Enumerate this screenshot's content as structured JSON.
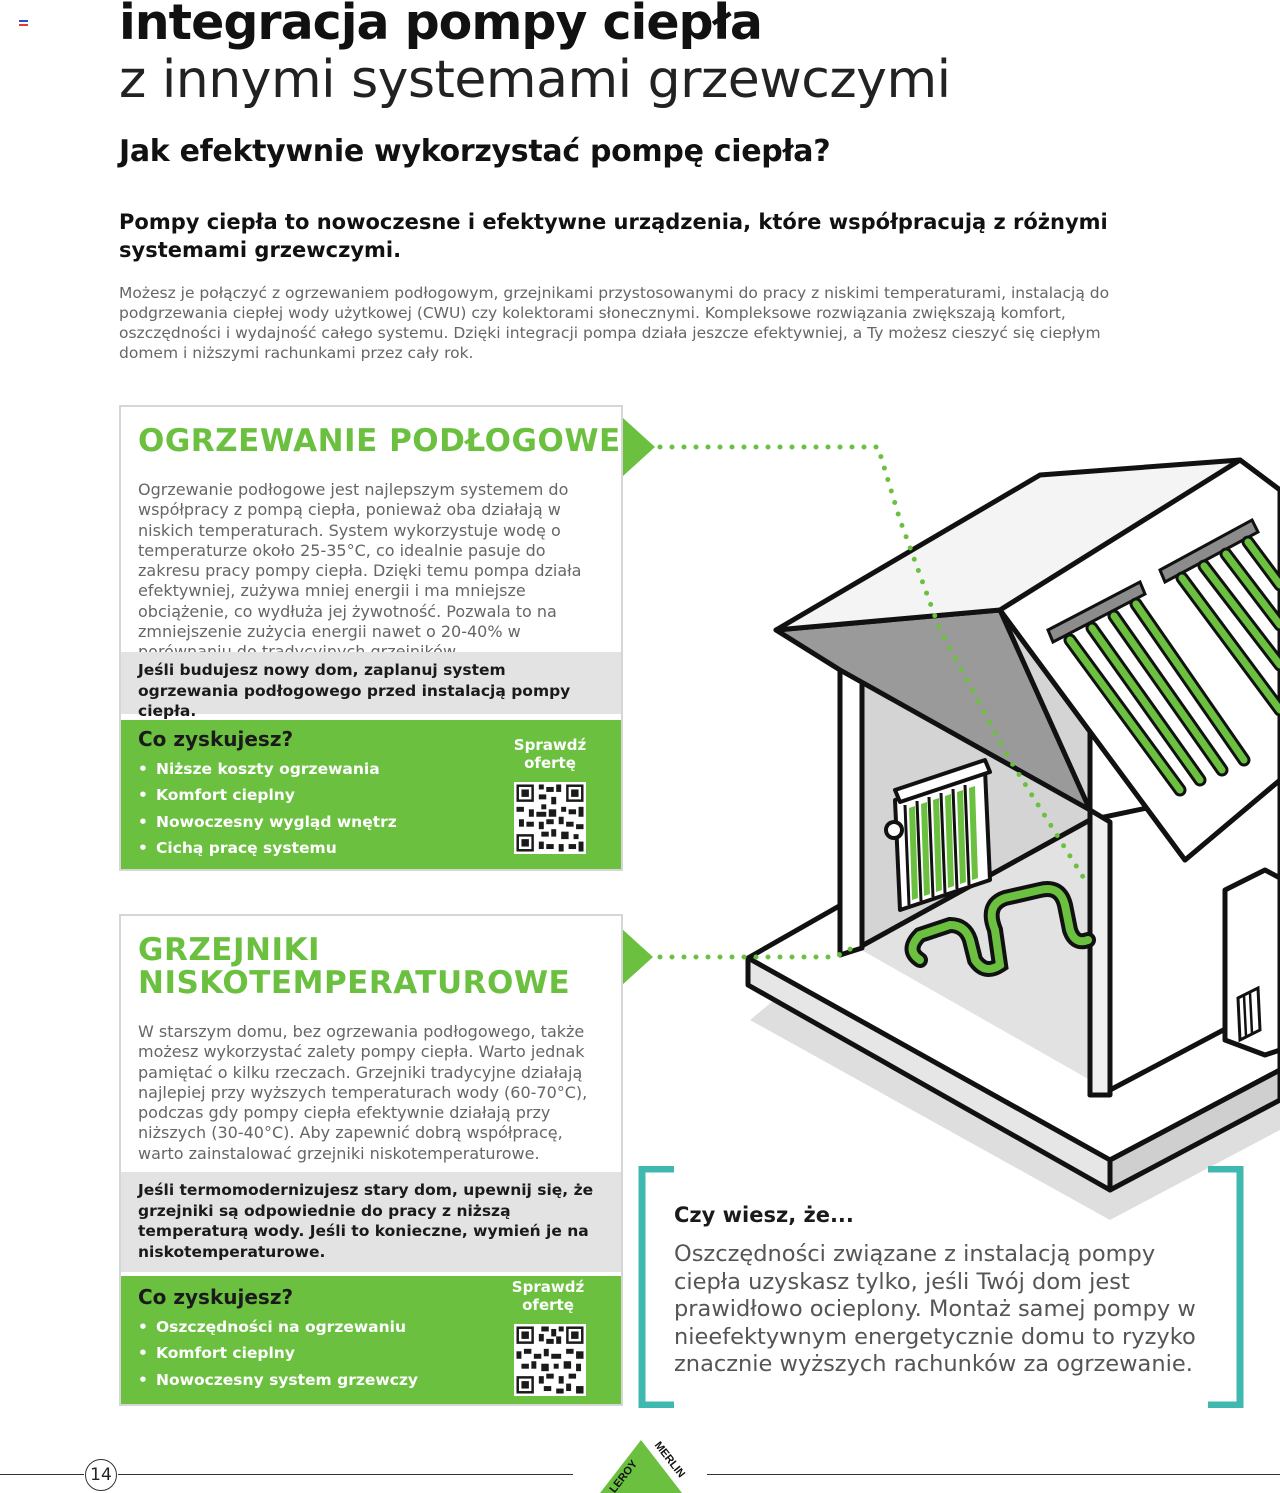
{
  "header": {
    "title_bold": "integracja pompy ciepła",
    "title_light": "z innymi systemami grzewczymi",
    "subtitle": "Jak efektywnie wykorzystać pompę ciepła?",
    "lead": "Pompy ciepła to nowoczesne i efektywne urządzenia, które współpracują z różnymi systemami grzewczymi.",
    "intro": "Możesz je połączyć z ogrzewaniem podłogowym, grzejnikami przystosowanymi do pracy z niskimi temperaturami, instalacją do podgrzewania ciepłej wody użytkowej (CWU) czy kolektorami słonecznymi. Kompleksowe rozwiązania zwiększają komfort, oszczędności i wydajność całego systemu. Dzięki integracji pompa działa jeszcze efektywniej, a Ty możesz cieszyć się ciepłym domem i niższymi rachunkami przez cały rok."
  },
  "cards": [
    {
      "title": "OGRZEWANIE PODŁOGOWE",
      "body": "Ogrzewanie podłogowe jest najlepszym systemem do współpracy z pompą ciepła, ponieważ oba działają w niskich temperaturach. System wykorzystuje wodę o temperaturze około 25-35°C, co idealnie pasuje do zakresu pracy pompy ciepła. Dzięki temu pompa działa efektywniej, zużywa mniej energii i ma mniejsze obciążenie, co wydłuża jej żywotność. Pozwala to na zmniejszenie zużycia energii nawet o 20-40% w porównaniu do tradycyjnych grzejników.",
      "tip": "Jeśli budujesz nowy dom, zaplanuj system ogrzewania podłogowego przed instalacją pompy ciepła.",
      "gain_title": "Co zyskujesz?",
      "gains": [
        "Niższe koszty ogrzewania",
        "Komfort cieplny",
        "Nowoczesny wygląd wnętrz",
        "Cichą pracę systemu"
      ],
      "cta": "Sprawdź ofertę"
    },
    {
      "title": "GRZEJNIKI NISKOTEMPERATUROWE",
      "body": "W starszym domu, bez ogrzewania podłogowego, także możesz wykorzystać zalety pompy ciepła. Warto jednak pamiętać o kilku rzeczach. Grzejniki tradycyjne działają najlepiej przy wyższych temperaturach wody (60-70°C), podczas gdy pompy ciepła efektywnie działają przy niższych (30-40°C). Aby zapewnić dobrą współpracę, warto zainstalować grzejniki niskotemperaturowe.",
      "tip": "Jeśli termomodernizujesz stary dom, upewnij się, że grzejniki są odpowiednie do pracy z niższą temperaturą wody. Jeśli to konieczne, wymień je na niskotemperaturowe.",
      "gain_title": "Co zyskujesz?",
      "gains": [
        "Oszczędności na ogrzewaniu",
        "Komfort cieplny",
        "Nowoczesny system grzewczy"
      ],
      "cta": "Sprawdź ofertę"
    }
  ],
  "did_you_know": {
    "title": "Czy wiesz, że...",
    "text": "Oszczędności związane z instalacją pompy ciepła uzyskasz tylko, jeśli Twój dom jest prawidłowo ocieplony. Montaż samej pompy w nieefektywnym energetycznie domu to ryzyko znacznie wyższych rachunków za ogrzewanie."
  },
  "footer": {
    "page_number": "14",
    "logo_word_1": "LEROY",
    "logo_word_2": "MERLIN"
  },
  "colors": {
    "brand_green": "#6cc040",
    "teal": "#3fb8af",
    "tip_gray": "#e3e3e3",
    "text_dark": "#1a1a1a",
    "text_muted": "#666666"
  },
  "icons": [
    "flag-icon",
    "qr-code-icon",
    "pointer-arrow-icon",
    "house-illustration",
    "leroy-merlin-logo"
  ]
}
